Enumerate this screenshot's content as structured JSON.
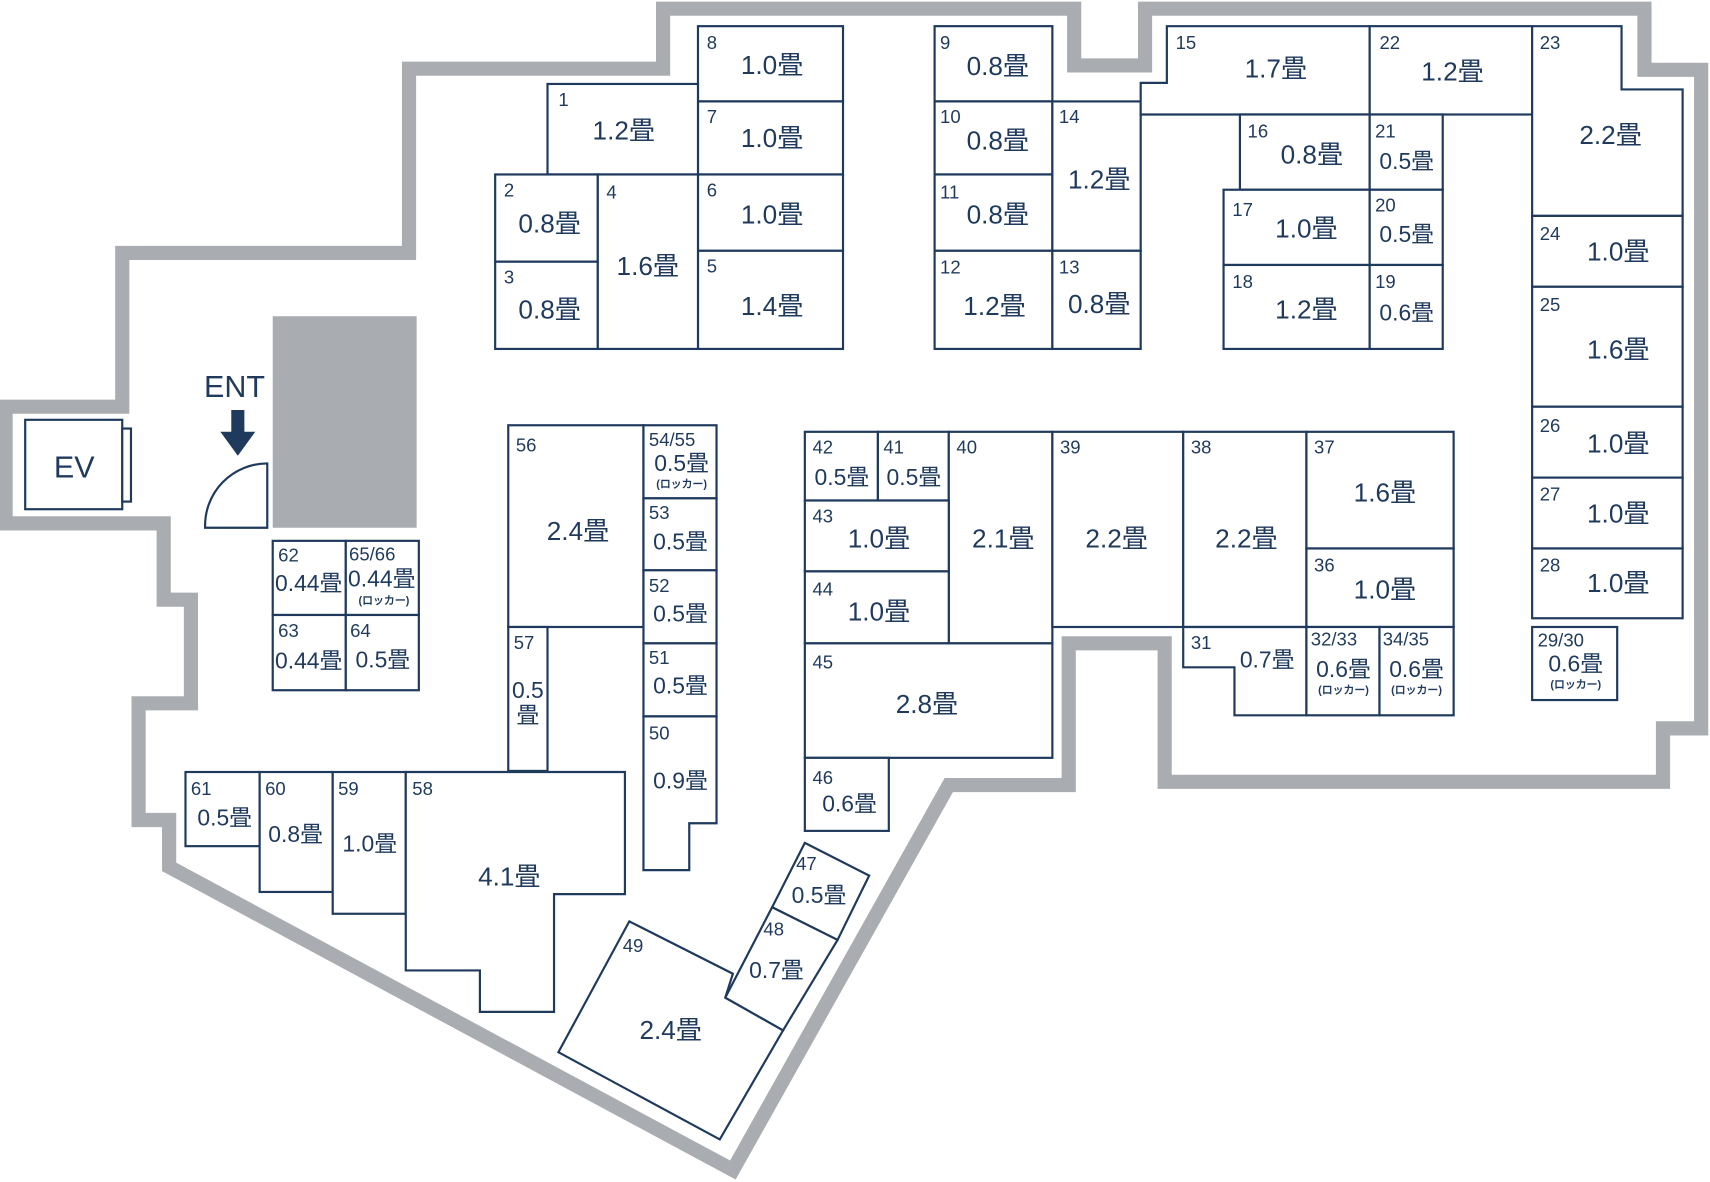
{
  "labels": {
    "entrance": "ENT",
    "elevator": "EV",
    "locker_note": "(ロッカー)"
  },
  "colors": {
    "line": "#1f3a5c",
    "wall": "#a9adb1"
  },
  "rooms": {
    "r1": {
      "id": "1",
      "area": "1.2畳"
    },
    "r2": {
      "id": "2",
      "area": "0.8畳"
    },
    "r3": {
      "id": "3",
      "area": "0.8畳"
    },
    "r4": {
      "id": "4",
      "area": "1.6畳"
    },
    "r5": {
      "id": "5",
      "area": "1.4畳"
    },
    "r6": {
      "id": "6",
      "area": "1.0畳"
    },
    "r7": {
      "id": "7",
      "area": "1.0畳"
    },
    "r8": {
      "id": "8",
      "area": "1.0畳"
    },
    "r9": {
      "id": "9",
      "area": "0.8畳"
    },
    "r10": {
      "id": "10",
      "area": "0.8畳"
    },
    "r11": {
      "id": "11",
      "area": "0.8畳"
    },
    "r12": {
      "id": "12",
      "area": "1.2畳"
    },
    "r13": {
      "id": "13",
      "area": "0.8畳"
    },
    "r14": {
      "id": "14",
      "area": "1.2畳"
    },
    "r15": {
      "id": "15",
      "area": "1.7畳"
    },
    "r16": {
      "id": "16",
      "area": "0.8畳"
    },
    "r17": {
      "id": "17",
      "area": "1.0畳"
    },
    "r18": {
      "id": "18",
      "area": "1.2畳"
    },
    "r19": {
      "id": "19",
      "area": "0.6畳"
    },
    "r20": {
      "id": "20",
      "area": "0.5畳"
    },
    "r21": {
      "id": "21",
      "area": "0.5畳"
    },
    "r22": {
      "id": "22",
      "area": "1.2畳"
    },
    "r23": {
      "id": "23",
      "area": "2.2畳"
    },
    "r24": {
      "id": "24",
      "area": "1.0畳"
    },
    "r25": {
      "id": "25",
      "area": "1.6畳"
    },
    "r26": {
      "id": "26",
      "area": "1.0畳"
    },
    "r27": {
      "id": "27",
      "area": "1.0畳"
    },
    "r28": {
      "id": "28",
      "area": "1.0畳"
    },
    "r29_30": {
      "id": "29/30",
      "area": "0.6畳",
      "note": "(ロッカー)"
    },
    "r31": {
      "id": "31",
      "area": "0.7畳"
    },
    "r32_33": {
      "id": "32/33",
      "area": "0.6畳",
      "note": "(ロッカー)"
    },
    "r34_35": {
      "id": "34/35",
      "area": "0.6畳",
      "note": "(ロッカー)"
    },
    "r36": {
      "id": "36",
      "area": "1.0畳"
    },
    "r37": {
      "id": "37",
      "area": "1.6畳"
    },
    "r38": {
      "id": "38",
      "area": "2.2畳"
    },
    "r39": {
      "id": "39",
      "area": "2.2畳"
    },
    "r40": {
      "id": "40",
      "area": "2.1畳"
    },
    "r41": {
      "id": "41",
      "area": "0.5畳"
    },
    "r42": {
      "id": "42",
      "area": "0.5畳"
    },
    "r43": {
      "id": "43",
      "area": "1.0畳"
    },
    "r44": {
      "id": "44",
      "area": "1.0畳"
    },
    "r45": {
      "id": "45",
      "area": "2.8畳"
    },
    "r46": {
      "id": "46",
      "area": "0.6畳"
    },
    "r47": {
      "id": "47",
      "area": "0.5畳"
    },
    "r48": {
      "id": "48",
      "area": "0.7畳"
    },
    "r49": {
      "id": "49",
      "area": "2.4畳"
    },
    "r50": {
      "id": "50",
      "area": "0.9畳"
    },
    "r51": {
      "id": "51",
      "area": "0.5畳"
    },
    "r52": {
      "id": "52",
      "area": "0.5畳"
    },
    "r53": {
      "id": "53",
      "area": "0.5畳"
    },
    "r54_55": {
      "id": "54/55",
      "area": "0.5畳",
      "note": "(ロッカー)"
    },
    "r56": {
      "id": "56",
      "area": "2.4畳"
    },
    "r57": {
      "id": "57",
      "area_num": "0.5",
      "area_unit": "畳"
    },
    "r58": {
      "id": "58",
      "area": "4.1畳"
    },
    "r59": {
      "id": "59",
      "area": "1.0畳"
    },
    "r60": {
      "id": "60",
      "area": "0.8畳"
    },
    "r61": {
      "id": "61",
      "area": "0.5畳"
    },
    "r62": {
      "id": "62",
      "area": "0.44畳"
    },
    "r63": {
      "id": "63",
      "area": "0.44畳"
    },
    "r64": {
      "id": "64",
      "area": "0.5畳"
    },
    "r65_66": {
      "id": "65/66",
      "area": "0.44畳",
      "note": "(ロッカー)"
    }
  }
}
